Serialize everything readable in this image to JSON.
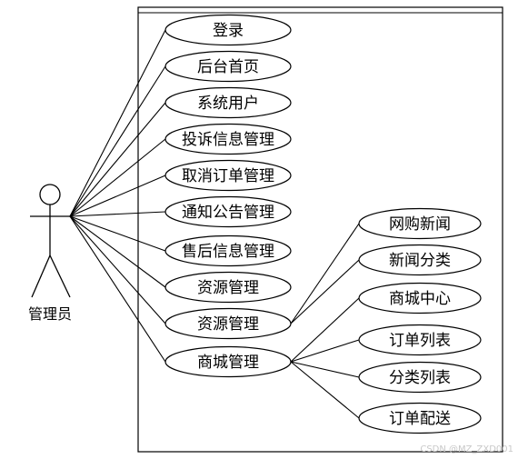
{
  "actor": {
    "label": "管理员"
  },
  "use_cases": [
    {
      "id": "uc-login",
      "label": "登录"
    },
    {
      "id": "uc-backend-home",
      "label": "后台首页"
    },
    {
      "id": "uc-system-user",
      "label": "系统用户"
    },
    {
      "id": "uc-complaint-info",
      "label": "投诉信息管理"
    },
    {
      "id": "uc-cancel-order",
      "label": "取消订单管理"
    },
    {
      "id": "uc-notice",
      "label": "通知公告管理"
    },
    {
      "id": "uc-after-sales",
      "label": "售后信息管理"
    },
    {
      "id": "uc-resource-1",
      "label": "资源管理"
    },
    {
      "id": "uc-resource-2",
      "label": "资源管理"
    },
    {
      "id": "uc-mall",
      "label": "商城管理"
    }
  ],
  "sub_use_cases": [
    {
      "id": "uc-online-news",
      "label": "网购新闻",
      "parent": "uc-resource-2"
    },
    {
      "id": "uc-news-category",
      "label": "新闻分类",
      "parent": "uc-resource-2"
    },
    {
      "id": "uc-mall-center",
      "label": "商城中心",
      "parent": "uc-mall"
    },
    {
      "id": "uc-order-list",
      "label": "订单列表",
      "parent": "uc-mall"
    },
    {
      "id": "uc-category-list",
      "label": "分类列表",
      "parent": "uc-mall"
    },
    {
      "id": "uc-order-delivery",
      "label": "订单配送",
      "parent": "uc-mall"
    }
  ],
  "watermark": "CSDN @MZ_ZXD001"
}
